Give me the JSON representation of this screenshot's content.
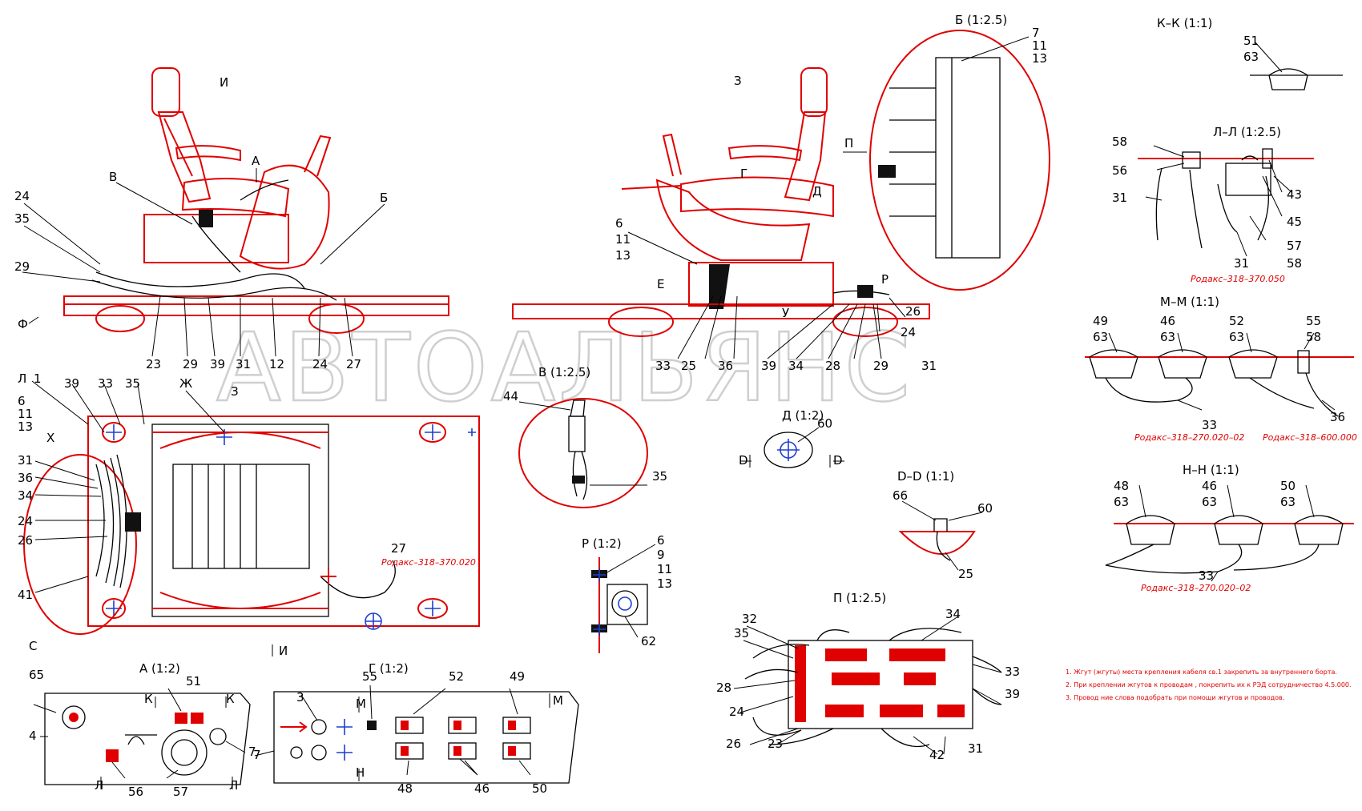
{
  "watermark": "АВТОАЛЬЯНС",
  "views": {
    "I": "И",
    "Z": "З",
    "B_detail": "Б (1:2.5)",
    "KK": "К–К (1:1)",
    "LL": "Л–Л (1:2.5)",
    "MM": "М–М (1:1)",
    "V": "В (1:2.5)",
    "D": "Д (1:2)",
    "DD": "D–D (1:1)",
    "NN": "Н–Н (1:1)",
    "R": "Р (1:2)",
    "A": "А (1:2)",
    "G": "Г (1:2)",
    "P": "П (1:2.5)"
  },
  "view_markers": {
    "A": "А",
    "V": "В",
    "B": "Б",
    "F": "Ф",
    "G": "Г",
    "D": "Д",
    "E": "Е",
    "U": "У",
    "R": "Р",
    "P": "П",
    "L1": "Л",
    "X": "Х",
    "ZH": "Ж",
    "Z3": "З",
    "I": "И",
    "S": "С",
    "K": "К",
    "M": "М",
    "N": "Н",
    "Dlat": "D"
  },
  "part_refs": {
    "rodaz_1": "Родакс–318–370.020",
    "rodaz_2": "Родакс–318–370.050",
    "rodaz_3": "Родакс–318–270.020–02",
    "rodaz_4": "Родакс–318–600.000",
    "rodaz_5": "Родакс–318–270.020–02"
  },
  "notes": [
    "1. Жгут (жгуты) места крепления кабеля св.1 закрепить за внутреннего борта.",
    "2. При креплении жгутов к проводам , покрепить их к РЭД сотрудничество 4.5.000.",
    "3. Провод ние слова подобрать при помощи жгутов и проводов."
  ],
  "positions": {
    "view_i": [
      "24",
      "35",
      "29",
      "23",
      "29",
      "39",
      "31",
      "12",
      "24",
      "27"
    ],
    "view_z": [
      "6",
      "11",
      "13",
      "33",
      "25",
      "36",
      "39",
      "34",
      "28",
      "29",
      "31",
      "26",
      "24"
    ],
    "view_b": [
      "7",
      "11",
      "13"
    ],
    "view_kk": [
      "51",
      "63"
    ],
    "view_ll": [
      "58",
      "56",
      "31",
      "43",
      "45",
      "57",
      "58",
      "31"
    ],
    "view_mm": [
      "49",
      "63",
      "46",
      "63",
      "52",
      "63",
      "55",
      "58",
      "33",
      "36"
    ],
    "plan": [
      "1",
      "39",
      "33",
      "35",
      "6",
      "11",
      "13",
      "31",
      "36",
      "34",
      "24",
      "26",
      "41",
      "27"
    ],
    "view_v": [
      "44",
      "35"
    ],
    "view_d": [
      "60"
    ],
    "view_dd": [
      "66",
      "60",
      "25"
    ],
    "view_nn": [
      "48",
      "63",
      "46",
      "63",
      "50",
      "63",
      "33"
    ],
    "view_r": [
      "6",
      "9",
      "11",
      "13",
      "62"
    ],
    "view_a": [
      "65",
      "4",
      "51",
      "7",
      "56",
      "57"
    ],
    "view_g": [
      "3",
      "55",
      "52",
      "49",
      "7",
      "48",
      "46",
      "50"
    ],
    "view_p": [
      "32",
      "35",
      "34",
      "28",
      "24",
      "26",
      "23",
      "42",
      "31",
      "39",
      "33"
    ]
  }
}
